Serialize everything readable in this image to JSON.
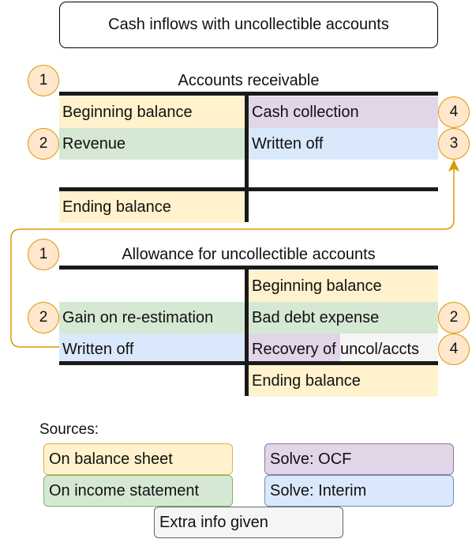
{
  "title": "Cash inflows with uncollectible accounts",
  "colors": {
    "balance_sheet": "#fff2cc",
    "income_statement": "#d5e8d4",
    "solve_ocf": "#e1d5e7",
    "solve_interim": "#dae8fc",
    "extra_info": "#f5f5f5",
    "badge_fill": "#ffe6cc",
    "badge_border": "#d79b00",
    "t_account_line": "#1a1a1a",
    "connector": "#d79b00"
  },
  "accounts_receivable": {
    "heading": "Accounts receivable",
    "heading_step": "1",
    "beginning_balance": "Beginning balance",
    "revenue": "Revenue",
    "revenue_step": "2",
    "cash_collection": "Cash collection",
    "cash_collection_step": "4",
    "written_off": "Written off",
    "written_off_step": "3",
    "ending_balance": "Ending balance"
  },
  "allowance": {
    "heading": "Allowance for uncollectible accounts",
    "heading_step": "1",
    "beginning_balance": "Beginning balance",
    "gain_on_reestimation": "Gain on re-estimation",
    "gain_step": "2",
    "bad_debt_expense": "Bad debt expense",
    "bad_debt_step": "2",
    "written_off": "Written off",
    "recovery_part1": "Recovery of ",
    "recovery_part2": "uncol/accts",
    "recovery_step": "4",
    "ending_balance": "Ending balance"
  },
  "legend": {
    "heading": "Sources:",
    "items": [
      {
        "label": "On balance sheet",
        "icon": "yellow-swatch"
      },
      {
        "label": "Solve: OCF",
        "icon": "purple-swatch"
      },
      {
        "label": "On income statement",
        "icon": "green-swatch"
      },
      {
        "label": "Solve: Interim",
        "icon": "blue-swatch"
      },
      {
        "label": "Extra info given",
        "icon": "grey-swatch"
      }
    ]
  }
}
